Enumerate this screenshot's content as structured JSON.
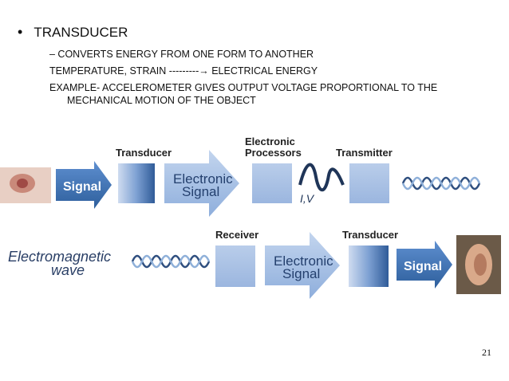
{
  "slide": {
    "bullet": "TRANSDUCER",
    "sub1": "– CONVERTS ENERGY FROM ONE FORM TO ANOTHER",
    "sub2": "TEMPERATURE, STRAIN ---------→ ELECTRICAL ENERGY",
    "sub3_line1": "EXAMPLE-   ACCELEROMETER GIVES OUTPUT VOLTAGE PROPORTIONAL TO THE",
    "sub3_line2": "MECHANICAL MOTION OF THE OBJECT",
    "page_number": "21"
  },
  "diagram": {
    "top": {
      "signal": "Signal",
      "transducer": "Transducer",
      "electronic_signal_1": "Electronic",
      "electronic_signal_2": "Signal",
      "processors_1": "Electronic",
      "processors_2": "Processors",
      "iv": "I,V",
      "transmitter": "Transmitter"
    },
    "bottom": {
      "em_1": "Electromagnetic",
      "em_2": "wave",
      "receiver": "Receiver",
      "electronic_signal_1": "Electronic",
      "electronic_signal_2": "Signal",
      "transducer": "Transducer",
      "signal": "Signal"
    }
  },
  "colors": {
    "arrow": "#4f81bd",
    "box": "#a9c1e3",
    "wave_dark": "#2f4f7f",
    "wave_light": "#8fb0d9"
  }
}
